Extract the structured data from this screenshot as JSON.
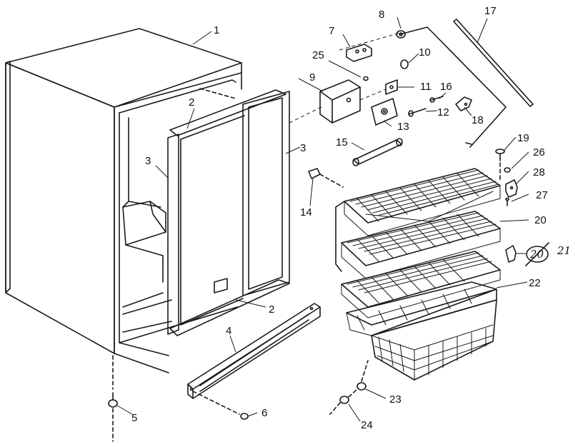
{
  "diagram": {
    "callouts": [
      "1",
      "2",
      "2",
      "3",
      "3",
      "4",
      "5",
      "6",
      "7",
      "8",
      "9",
      "10",
      "11",
      "12",
      "13",
      "14",
      "15",
      "16",
      "17",
      "18",
      "19",
      "20",
      "20",
      "21",
      "22",
      "23",
      "24",
      "25",
      "26",
      "27",
      "28"
    ]
  }
}
